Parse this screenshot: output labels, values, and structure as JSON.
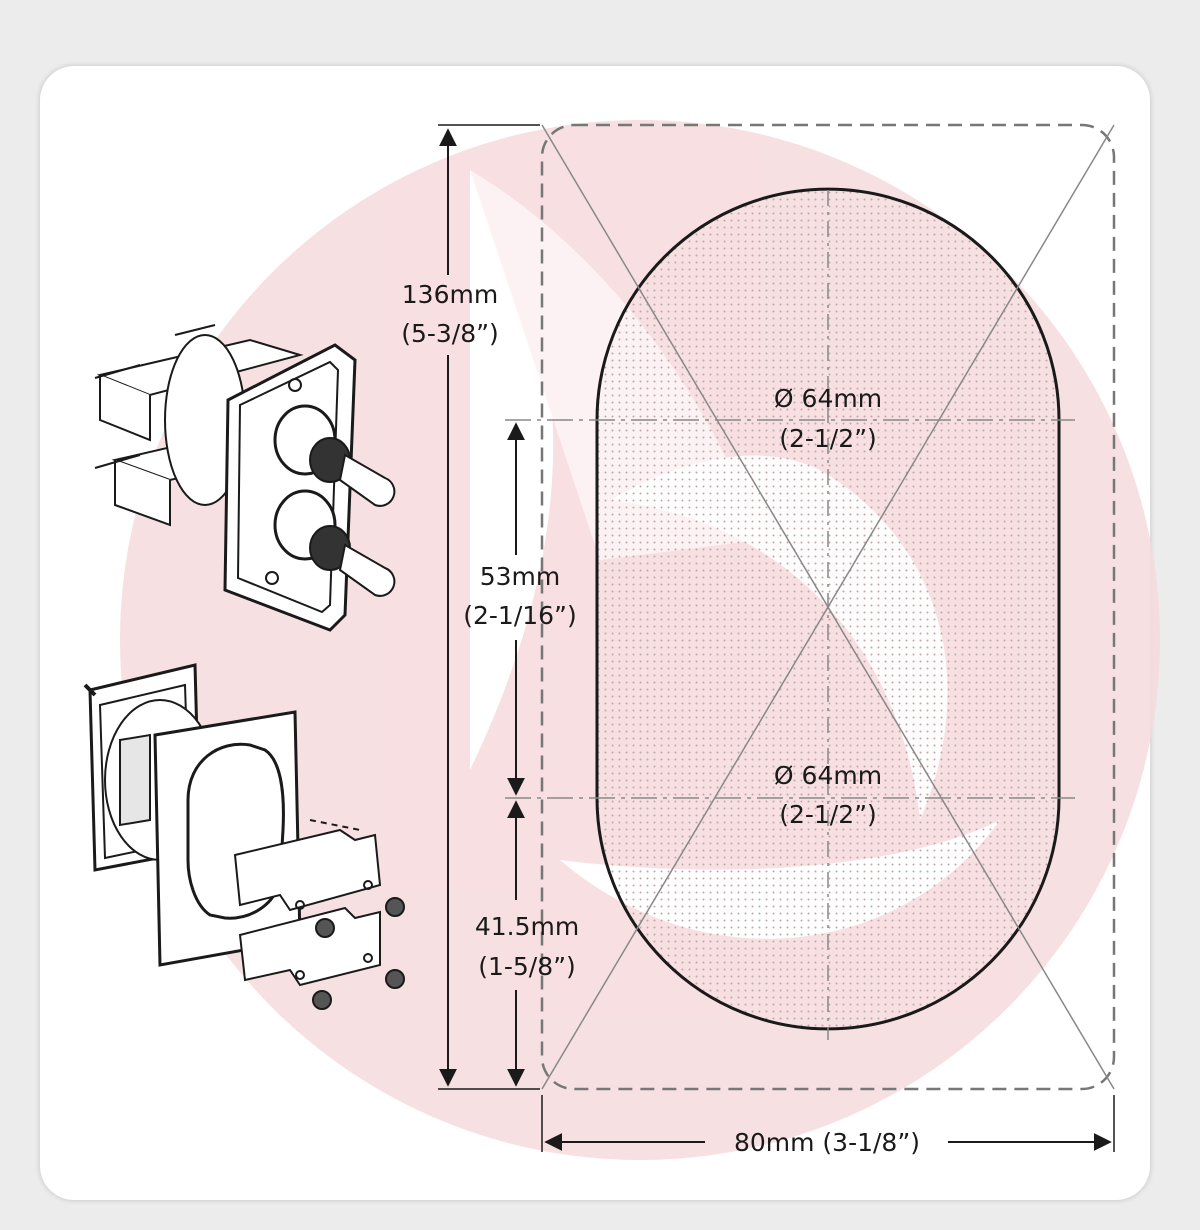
{
  "dimensions": {
    "overall_height": {
      "metric": "136mm",
      "imperial": "(5-3/8”)"
    },
    "hole_spacing": {
      "metric": "53mm",
      "imperial": "(2-1/16”)"
    },
    "bottom_offset": {
      "metric": "41.5mm",
      "imperial": "(1-5/8”)"
    },
    "top_hole_diameter": {
      "metric": "Ø 64mm",
      "imperial": "(2-1/2”)"
    },
    "bottom_hole_diameter": {
      "metric": "Ø 64mm",
      "imperial": "(2-1/2”)"
    },
    "overall_width": {
      "label": "80mm (3-1/8”)"
    }
  },
  "colors": {
    "watermark": "#f6dadd",
    "line": "#1a1a1a",
    "dashed": "#777777",
    "cutout_dots": "#b9a8a8"
  },
  "icons": {
    "watermark": "sailboat-logo-watermark",
    "illustration_top": "twin-switch-panel-illustration",
    "illustration_bottom": "mounting-bracket-exploded-illustration"
  }
}
